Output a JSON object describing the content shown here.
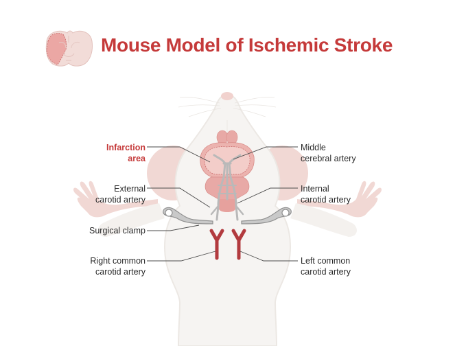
{
  "title": "Mouse Model of Ischemic Stroke",
  "colors": {
    "title_red": "#c53a3a",
    "artery_red": "#b23a3e",
    "vessel_grey": "#b9b9b9",
    "brain_pink": "#e8a9a6",
    "infarct_pink": "#f2c7c3",
    "body_white": "#f5f3f1",
    "skin_pink": "#f1d8d4"
  },
  "labels": {
    "infarction_area": {
      "line1": "Infarction",
      "line2": "area"
    },
    "external_carotid": {
      "line1": "External",
      "line2": "carotid artery"
    },
    "surgical_clamp": {
      "line1": "Surgical clamp"
    },
    "right_common_carotid": {
      "line1": "Right common",
      "line2": "carotid artery"
    },
    "middle_cerebral": {
      "line1": "Middle",
      "line2": "cerebral artery"
    },
    "internal_carotid": {
      "line1": "Internal",
      "line2": "carotid artery"
    },
    "left_common_carotid": {
      "line1": "Left common",
      "line2": "carotid artery"
    }
  },
  "icons": {
    "header_icon": "brain-coronal-section-icon"
  }
}
